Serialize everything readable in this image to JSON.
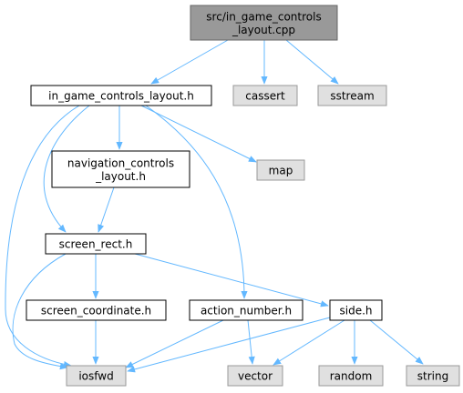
{
  "diagram": {
    "colors": {
      "edge": "#63b8ff",
      "root_fill": "#999999",
      "root_stroke": "#666666",
      "local_fill": "#ffffff",
      "local_stroke": "#000000",
      "system_fill": "#e0e0e0",
      "system_stroke": "#999999"
    },
    "nodes": [
      {
        "id": "root",
        "kind": "root",
        "lines": [
          "src/in_game_controls",
          "_layout.cpp"
        ]
      },
      {
        "id": "igcl",
        "kind": "local",
        "lines": [
          "in_game_controls_layout.h"
        ]
      },
      {
        "id": "cassert",
        "kind": "system",
        "lines": [
          "cassert"
        ]
      },
      {
        "id": "sstream",
        "kind": "system",
        "lines": [
          "sstream"
        ]
      },
      {
        "id": "map",
        "kind": "system",
        "lines": [
          "map"
        ]
      },
      {
        "id": "ncl",
        "kind": "local",
        "lines": [
          "navigation_controls",
          "_layout.h"
        ]
      },
      {
        "id": "sr",
        "kind": "local",
        "lines": [
          "screen_rect.h"
        ]
      },
      {
        "id": "sc",
        "kind": "local",
        "lines": [
          "screen_coordinate.h"
        ]
      },
      {
        "id": "an",
        "kind": "local",
        "lines": [
          "action_number.h"
        ]
      },
      {
        "id": "side",
        "kind": "local",
        "lines": [
          "side.h"
        ]
      },
      {
        "id": "iosfwd",
        "kind": "system",
        "lines": [
          "iosfwd"
        ]
      },
      {
        "id": "vector",
        "kind": "system",
        "lines": [
          "vector"
        ]
      },
      {
        "id": "random",
        "kind": "system",
        "lines": [
          "random"
        ]
      },
      {
        "id": "string",
        "kind": "system",
        "lines": [
          "string"
        ]
      }
    ],
    "edges": [
      [
        "root",
        "igcl"
      ],
      [
        "root",
        "cassert"
      ],
      [
        "root",
        "sstream"
      ],
      [
        "igcl",
        "map"
      ],
      [
        "igcl",
        "ncl"
      ],
      [
        "igcl",
        "sr"
      ],
      [
        "igcl",
        "an"
      ],
      [
        "igcl",
        "iosfwd"
      ],
      [
        "ncl",
        "sr"
      ],
      [
        "sr",
        "sc"
      ],
      [
        "sr",
        "side"
      ],
      [
        "sr",
        "iosfwd"
      ],
      [
        "sc",
        "iosfwd"
      ],
      [
        "an",
        "vector"
      ],
      [
        "an",
        "iosfwd"
      ],
      [
        "side",
        "iosfwd"
      ],
      [
        "side",
        "vector"
      ],
      [
        "side",
        "random"
      ],
      [
        "side",
        "string"
      ]
    ]
  }
}
